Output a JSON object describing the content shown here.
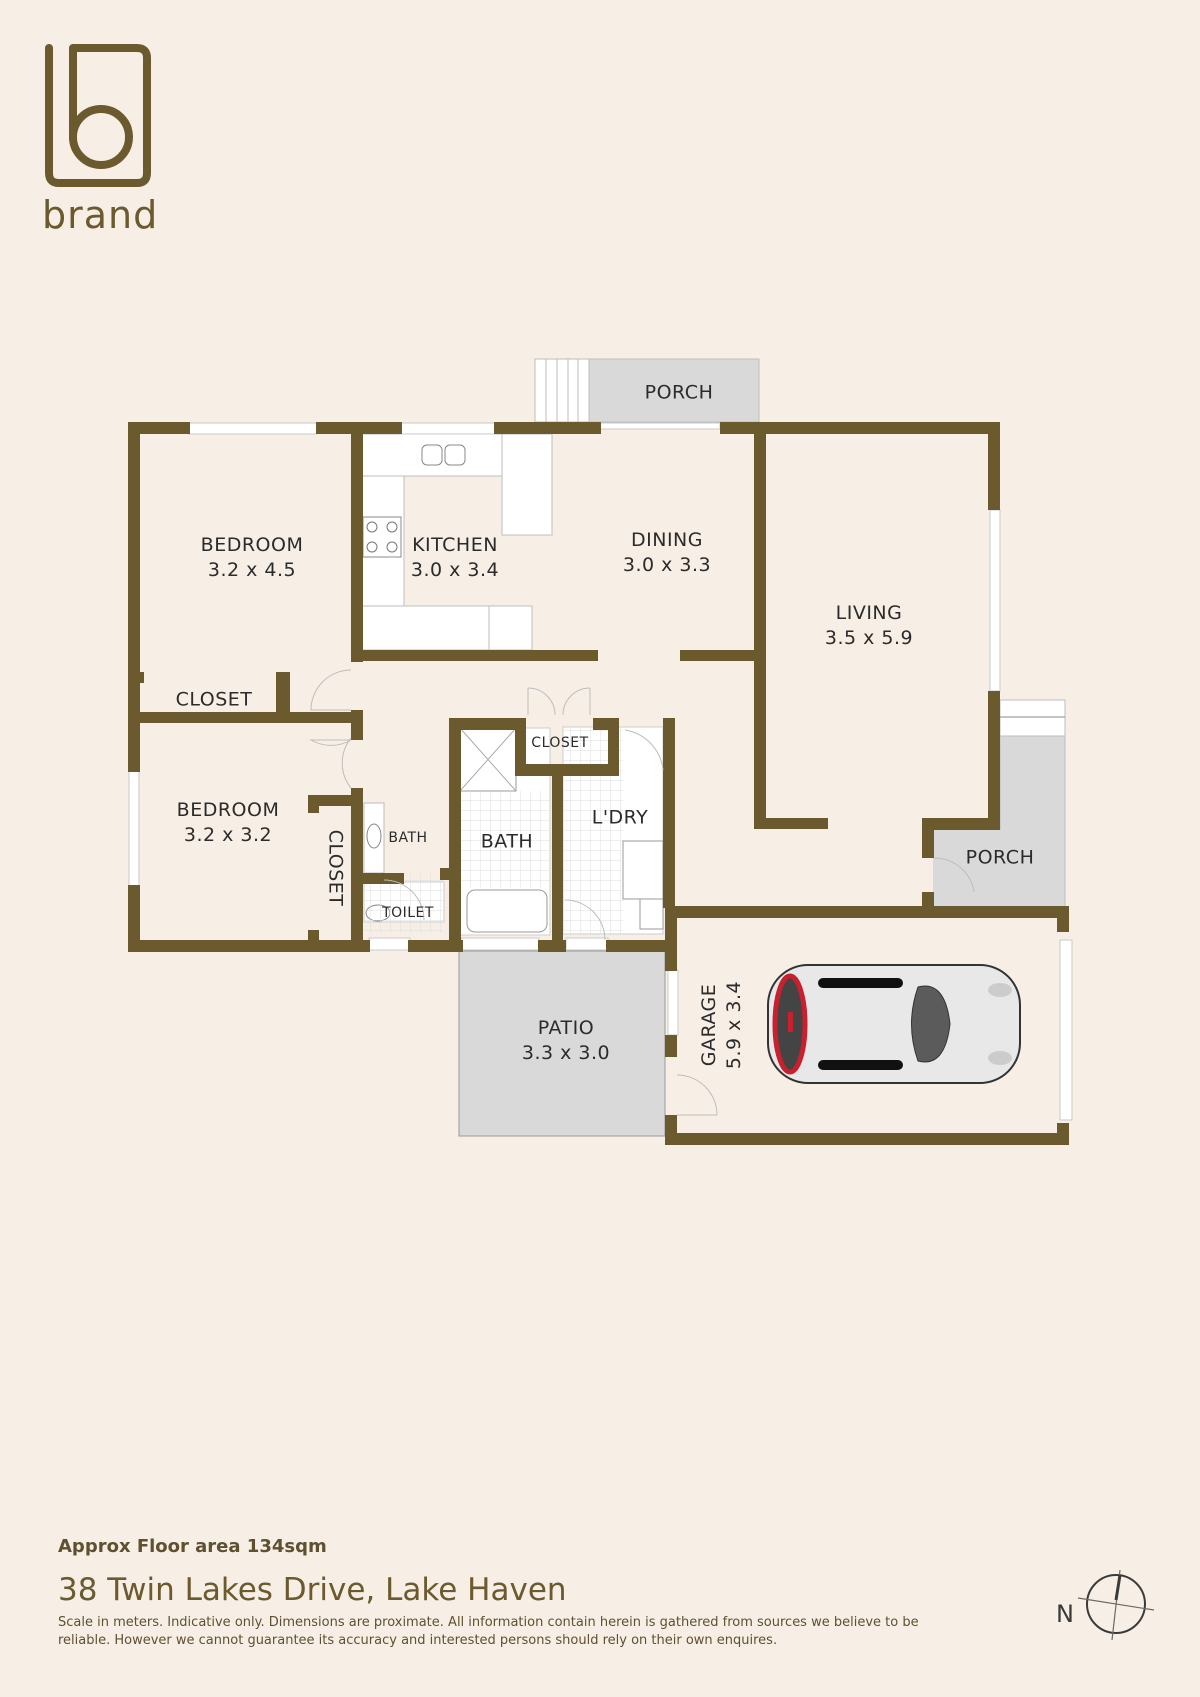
{
  "brand": {
    "logo_word": "brand",
    "color": "#6b5a2e"
  },
  "colors": {
    "background": "#f7efe6",
    "wall": "#6b5a2e",
    "outdoor_fill": "#d9d9d9",
    "fixture_fill": "#ffffff",
    "text": "#2b2b2b"
  },
  "rooms": {
    "bedroom1": {
      "name": "BEDROOM",
      "size": "3.2 x 4.5"
    },
    "kitchen": {
      "name": "KITCHEN",
      "size": "3.0 x 3.4"
    },
    "dining": {
      "name": "DINING",
      "size": "3.0 x 3.3"
    },
    "living": {
      "name": "LIVING",
      "size": "3.5 x 5.9"
    },
    "porch_front": {
      "name": "PORCH"
    },
    "closet1": {
      "name": "CLOSET"
    },
    "bedroom2": {
      "name": "BEDROOM",
      "size": "3.2 x 3.2"
    },
    "closet2": {
      "name": "CLOSET"
    },
    "ensuite": {
      "name": "BATH"
    },
    "toilet": {
      "name": "TOILET"
    },
    "bath": {
      "name": "BATH"
    },
    "closet3": {
      "name": "CLOSET"
    },
    "laundry": {
      "name": "L'DRY"
    },
    "porch_side": {
      "name": "PORCH"
    },
    "patio": {
      "name": "PATIO",
      "size": "3.3 x 3.0"
    },
    "garage": {
      "name": "GARAGE",
      "size": "5.9 x 3.4"
    }
  },
  "footer": {
    "floor_area": "Approx Floor area 134sqm",
    "address": "38 Twin Lakes Drive, Lake Haven",
    "disclaimer": "Scale in meters. Indicative only. Dimensions are proximate. All information contain herein is gathered from sources we believe to be reliable. However we cannot guarantee its accuracy and interested persons should rely on their own enquires."
  },
  "compass": {
    "label": "N"
  }
}
